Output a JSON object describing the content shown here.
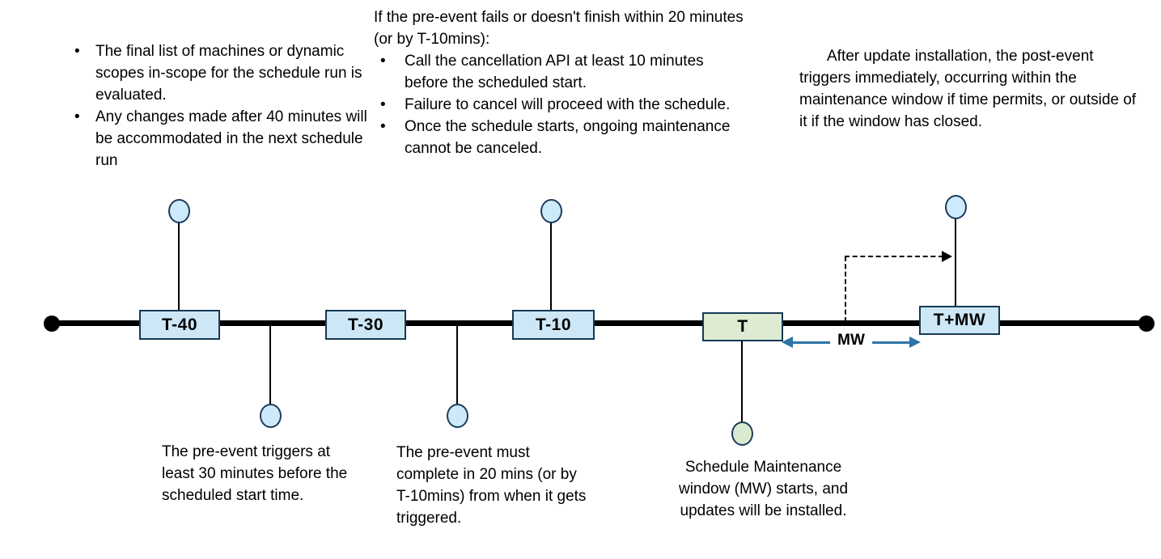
{
  "notes": {
    "left": {
      "items": [
        "The final list of machines or dynamic scopes in-scope for the schedule run is evaluated.",
        "Any changes made after 40 minutes will be accommodated in the next schedule run"
      ]
    },
    "middle": {
      "intro": "If the pre-event fails or doesn't finish within 20 minutes (or by T-10mins):",
      "items": [
        "Call the cancellation API at least 10 minutes before the scheduled start.",
        "Failure to cancel will proceed with the schedule.",
        "Once the schedule starts, ongoing maintenance cannot be canceled."
      ]
    },
    "right": "After update installation, the post-event triggers immediately, occurring within the maintenance window if time permits, or outside of it if the window has closed."
  },
  "timeline": {
    "milestones": [
      {
        "label": "T-40",
        "type": "blue"
      },
      {
        "label": "T-30",
        "type": "blue"
      },
      {
        "label": "T-10",
        "type": "blue"
      },
      {
        "label": "T",
        "type": "green"
      },
      {
        "label": "T+MW",
        "type": "blue"
      }
    ],
    "mw_label": "MW"
  },
  "callouts": {
    "pre_event_trigger": "The pre-event triggers at least 30 minutes before the scheduled start time.",
    "pre_event_complete": "The pre-event must complete in 20 mins (or by T-10mins) from when it gets triggered.",
    "mw_start": "Schedule Maintenance window (MW) starts, and updates will be installed."
  },
  "colors": {
    "milestone_blue_fill": "#cde7f6",
    "milestone_green_fill": "#dcebd1",
    "box_border": "#163a54",
    "circle_blue_fill": "#cdeafa",
    "circle_green_fill": "#d9ebce",
    "circle_border": "#1e3c5c",
    "mw_arrow_blue": "#2e74a6",
    "timeline_black": "#000000"
  }
}
